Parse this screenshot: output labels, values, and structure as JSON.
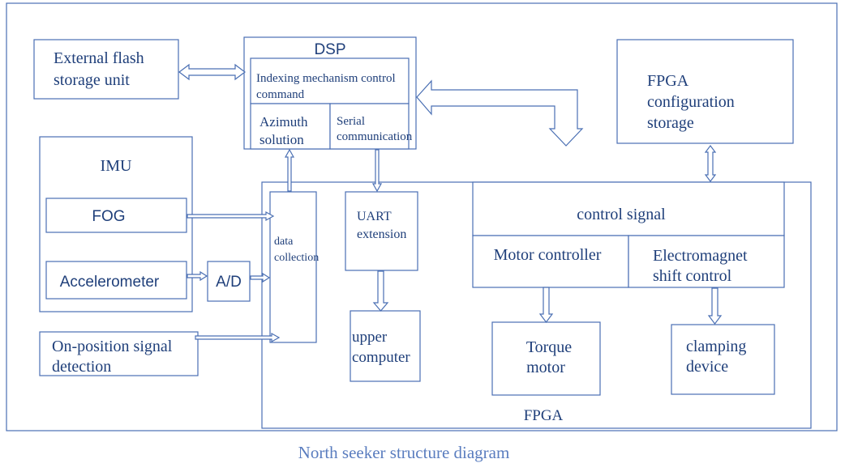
{
  "diagram": {
    "caption": "North seeker structure diagram",
    "ext_flash": {
      "line1": "External flash",
      "line2": "storage unit"
    },
    "dsp": {
      "title": "DSP",
      "cmd_line1": "Indexing mechanism control",
      "cmd_line2": "command",
      "azimuth_line1": "Azimuth",
      "azimuth_line2": "solution",
      "serial_line1": "Serial",
      "serial_line2": "communication"
    },
    "fpga_config": {
      "line1": "FPGA",
      "line2": "configuration",
      "line3": "storage"
    },
    "imu": {
      "title": "IMU",
      "fog": "FOG",
      "accelerometer": "Accelerometer"
    },
    "ad": "A/D",
    "on_position": {
      "line1": "On-position signal",
      "line2": "detection"
    },
    "data_collection": {
      "line1": "data",
      "line2": "collection"
    },
    "uart": {
      "line1": "UART",
      "line2": "extension"
    },
    "upper_computer": {
      "line1": "upper",
      "line2": "computer"
    },
    "control_signal": "control signal",
    "motor_controller": "Motor controller",
    "electromagnet": {
      "line1": "Electromagnet",
      "line2": "shift control"
    },
    "torque_motor": {
      "line1": "Torque",
      "line2": "motor"
    },
    "clamping": {
      "line1": "clamping",
      "line2": "device"
    },
    "fpga_label": "FPGA"
  }
}
